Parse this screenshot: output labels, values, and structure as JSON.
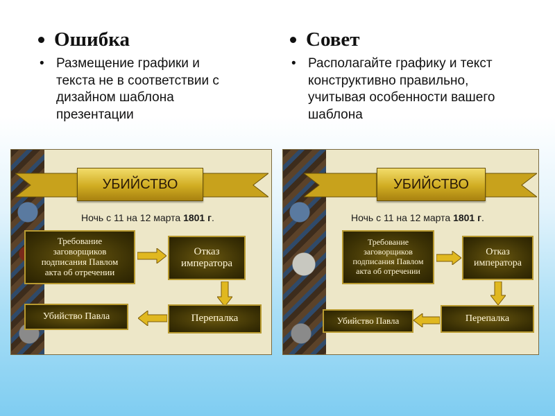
{
  "left": {
    "heading": "Ошибка",
    "body_lines": [
      "Размещение графики и",
      "текста не в соответствии с",
      "дизайном шаблона",
      "презентации"
    ]
  },
  "right": {
    "heading": "Совет",
    "body_lines": [
      "Располагайте графику и текст",
      "конструктивно правильно,",
      "учитывая особенности вашего",
      "шаблона"
    ]
  },
  "slide": {
    "title": "УБИЙСТВО",
    "subtitle_prefix": "Ночь с 11 на 12 марта ",
    "subtitle_bold": "1801 г",
    "subtitle_suffix": ".",
    "box_demand_lines": [
      "Требование",
      "заговорщиков",
      "подписания Павлом",
      "акта об отречении"
    ],
    "box_refusal_lines": [
      "Отказ",
      "императора"
    ],
    "box_quarrel": "Перепалка",
    "box_murder": "Убийство Павла"
  },
  "colors": {
    "ribbon_gold": "#d0ac22",
    "box_dark": "#3a3004",
    "slide_bg": "#ede7c8"
  }
}
